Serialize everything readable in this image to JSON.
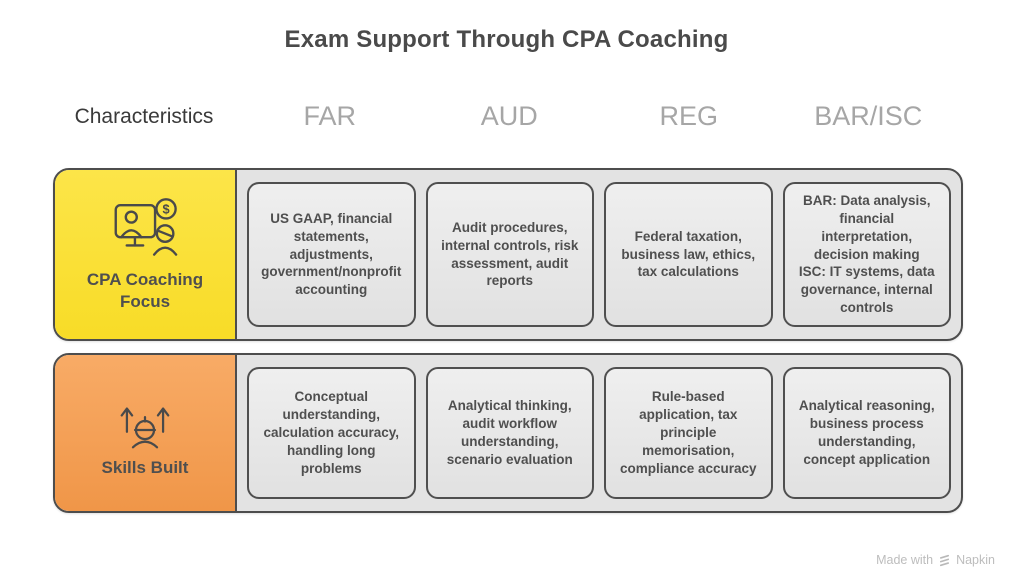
{
  "title": "Exam Support Through CPA Coaching",
  "header": {
    "characteristics_label": "Characteristics",
    "columns": [
      {
        "label": "FAR"
      },
      {
        "label": "AUD"
      },
      {
        "label": "REG"
      },
      {
        "label": "BAR/ISC"
      }
    ]
  },
  "rows": [
    {
      "label": "CPA Coaching Focus",
      "icon": "coaching-monitor-dollar-icon",
      "cells": [
        "US GAAP, financial statements, adjustments, government/nonprofit accounting",
        "Audit procedures, internal controls, risk assessment, audit reports",
        "Federal taxation, business law, ethics, tax calculations",
        "BAR: Data analysis, financial interpretation, decision making\nISC: IT systems, data governance, internal controls"
      ]
    },
    {
      "label": "Skills Built",
      "icon": "skills-growth-person-icon",
      "cells": [
        "Conceptual understanding, calculation accuracy, handling long problems",
        "Analytical thinking, audit workflow understanding, scenario evaluation",
        "Rule-based application, tax principle memorisation, compliance accuracy",
        "Analytical reasoning, business process understanding, concept application"
      ]
    }
  ],
  "footer": {
    "credit": "Made with",
    "brand": "Napkin"
  },
  "colors": {
    "yellow_top": "#FCE549",
    "yellow_bottom": "#F8DC27",
    "orange_top": "#F8AB66",
    "orange_bottom": "#F09648",
    "row_background": "#E3E3E3",
    "cell_background": "#EAEAEA",
    "border": "#4D4D4D",
    "text_dark": "#4A4A4A",
    "header_muted": "#A6A6A6",
    "footer_muted": "#BDBDBD"
  }
}
